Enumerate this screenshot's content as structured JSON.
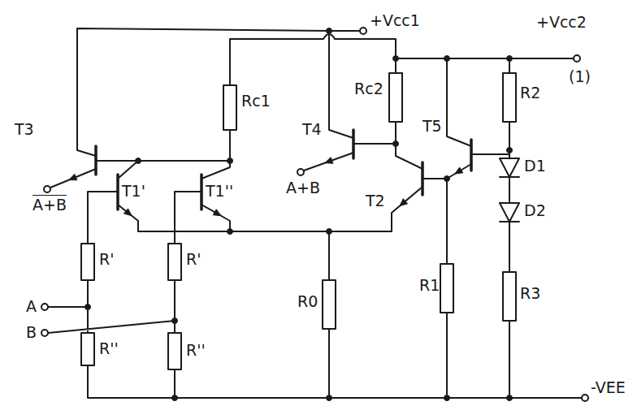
{
  "diagram": {
    "labels": [
      "+Vcc1",
      "+Vcc2",
      "(1)",
      "Rc1",
      "Rc2",
      "T3",
      "T1'",
      "T1''",
      "T4",
      "T5",
      "T2",
      "A+B",
      "A+B",
      "R'",
      "R'",
      "R0",
      "R1",
      "R2",
      "D1",
      "D2",
      "R3",
      "R''",
      "R''",
      "A",
      "B",
      "-VEE"
    ]
  }
}
